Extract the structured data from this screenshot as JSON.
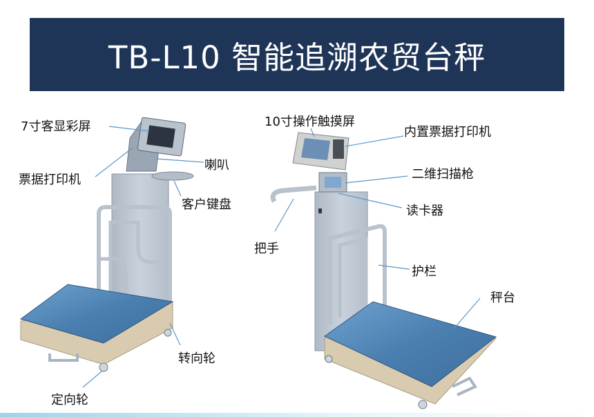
{
  "header": {
    "title": "TB-L10 智能追溯农贸台秤"
  },
  "left_scale": {
    "labels": {
      "color_screen": "7寸客显彩屏",
      "speaker": "喇叭",
      "receipt_printer": "票据打印机",
      "customer_keyboard": "客户键盘",
      "swivel_wheel": "转向轮",
      "fixed_wheel": "定向轮"
    }
  },
  "right_scale": {
    "labels": {
      "touch_screen": "10寸操作触摸屏",
      "builtin_printer": "内置票据打印机",
      "qr_scanner": "二维扫描枪",
      "card_reader": "读卡器",
      "handle": "把手",
      "guardrail": "护栏",
      "platform": "秤台"
    }
  },
  "colors": {
    "header_bg": "#1e3558",
    "platform_blue": "#4a7fb0",
    "column_grey": "#c3ccd6",
    "base_beige": "#d8cbb0"
  }
}
